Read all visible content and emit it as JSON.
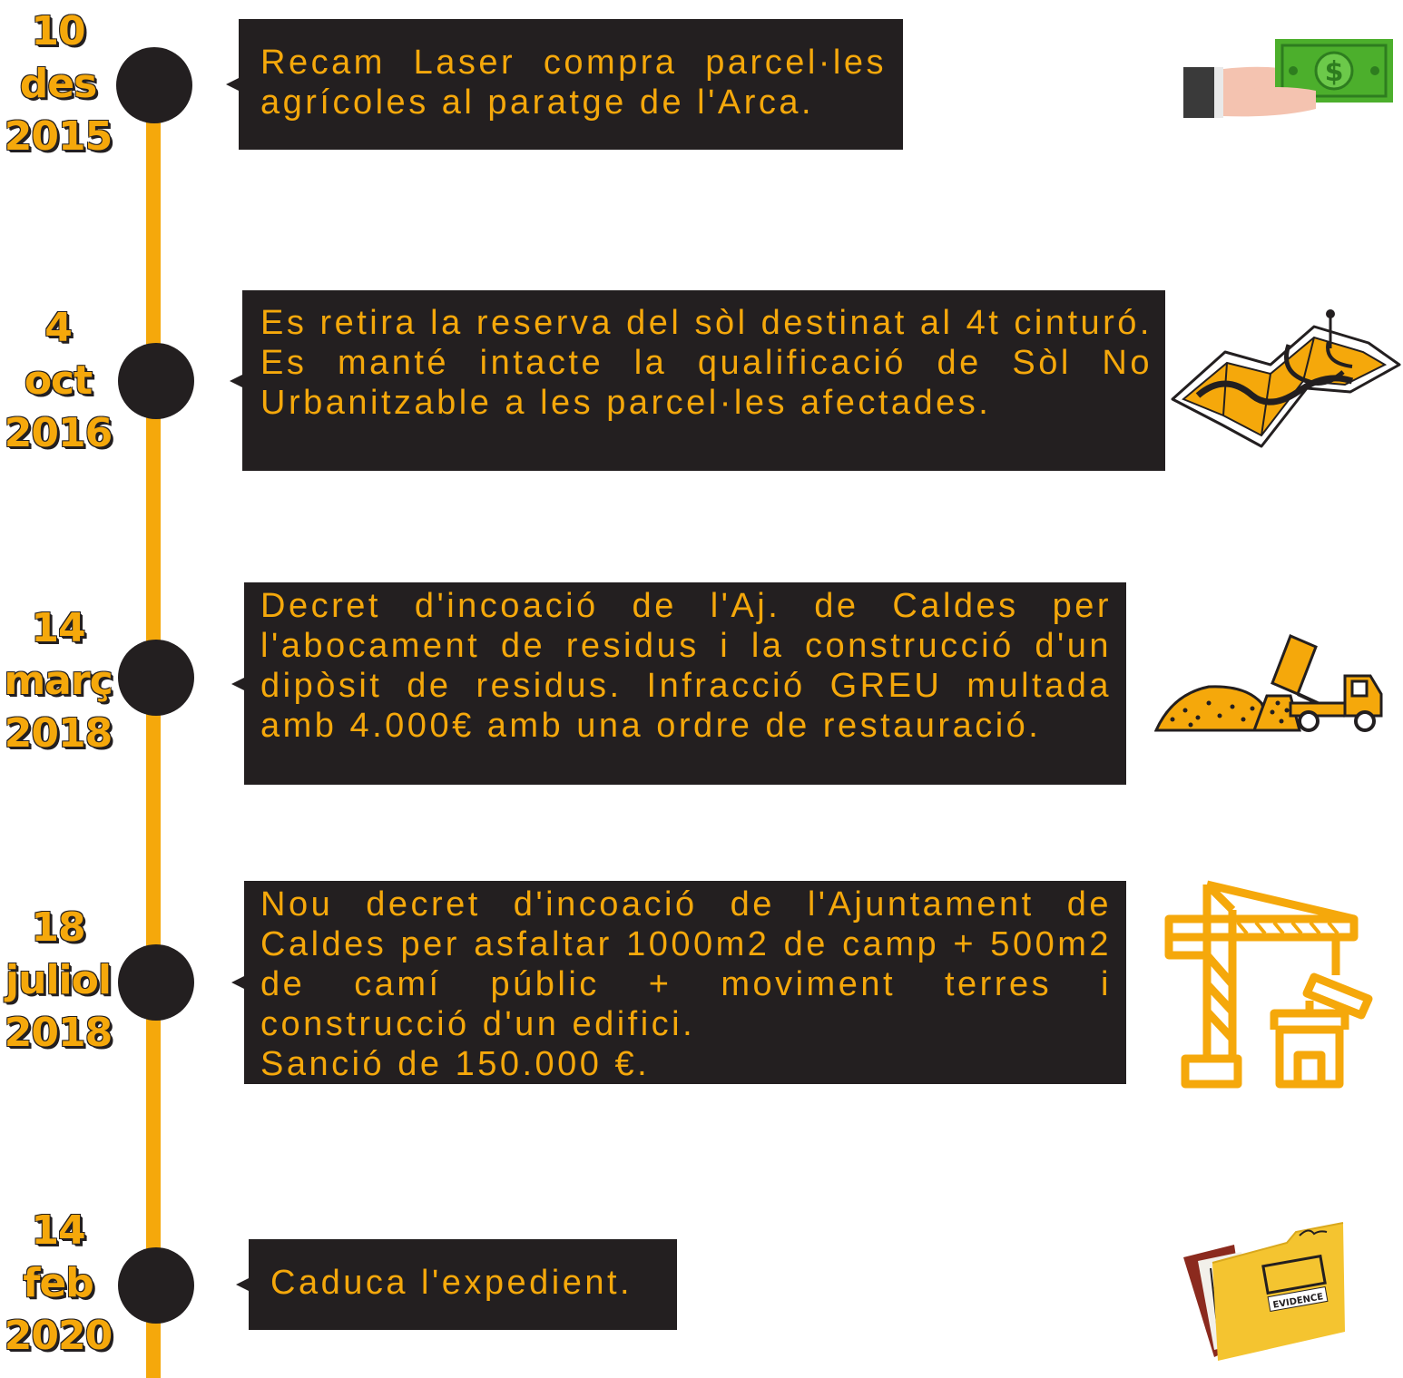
{
  "events": [
    {
      "date": [
        "10",
        "des",
        "2015"
      ],
      "text": "Recam Laser compra parcel·les agrícoles al paratge de l'Arca.",
      "icon": "money-hand-icon"
    },
    {
      "date": [
        "4",
        "oct",
        "2016"
      ],
      "text": "Es retira la reserva del sòl destinat al 4t cinturó. Es manté intacte la qualificació de Sòl No Urbanitzable a les parcel·les afectades.",
      "icon": "map-icon"
    },
    {
      "date": [
        "14",
        "març",
        "2018"
      ],
      "text": "Decret d'incoació de l'Aj. de Caldes per l'abocament de residus i la construcció d'un dipòsit de residus. Infracció GREU multada amb 4.000€ amb una ordre de restauració.",
      "icon": "dump-truck-icon"
    },
    {
      "date": [
        "18",
        "juliol",
        "2018"
      ],
      "text": "Nou decret d'incoació de l'Ajuntament de Caldes per asfaltar 1000m2 de camp + 500m2 de camí públic + moviment terres i construcció d'un edifici.",
      "text2": "Sanció de 150.000 €.",
      "icon": "crane-building-icon"
    },
    {
      "date": [
        "14",
        "feb",
        "2020"
      ],
      "text": "Caduca l'expedient.",
      "icon": "evidence-folder-icon",
      "folder_label": "EVIDENCE"
    }
  ],
  "colors": {
    "accent": "#f5a80b",
    "dark": "#231f20",
    "money": "#4caf2c",
    "skin": "#f4c3b0"
  }
}
